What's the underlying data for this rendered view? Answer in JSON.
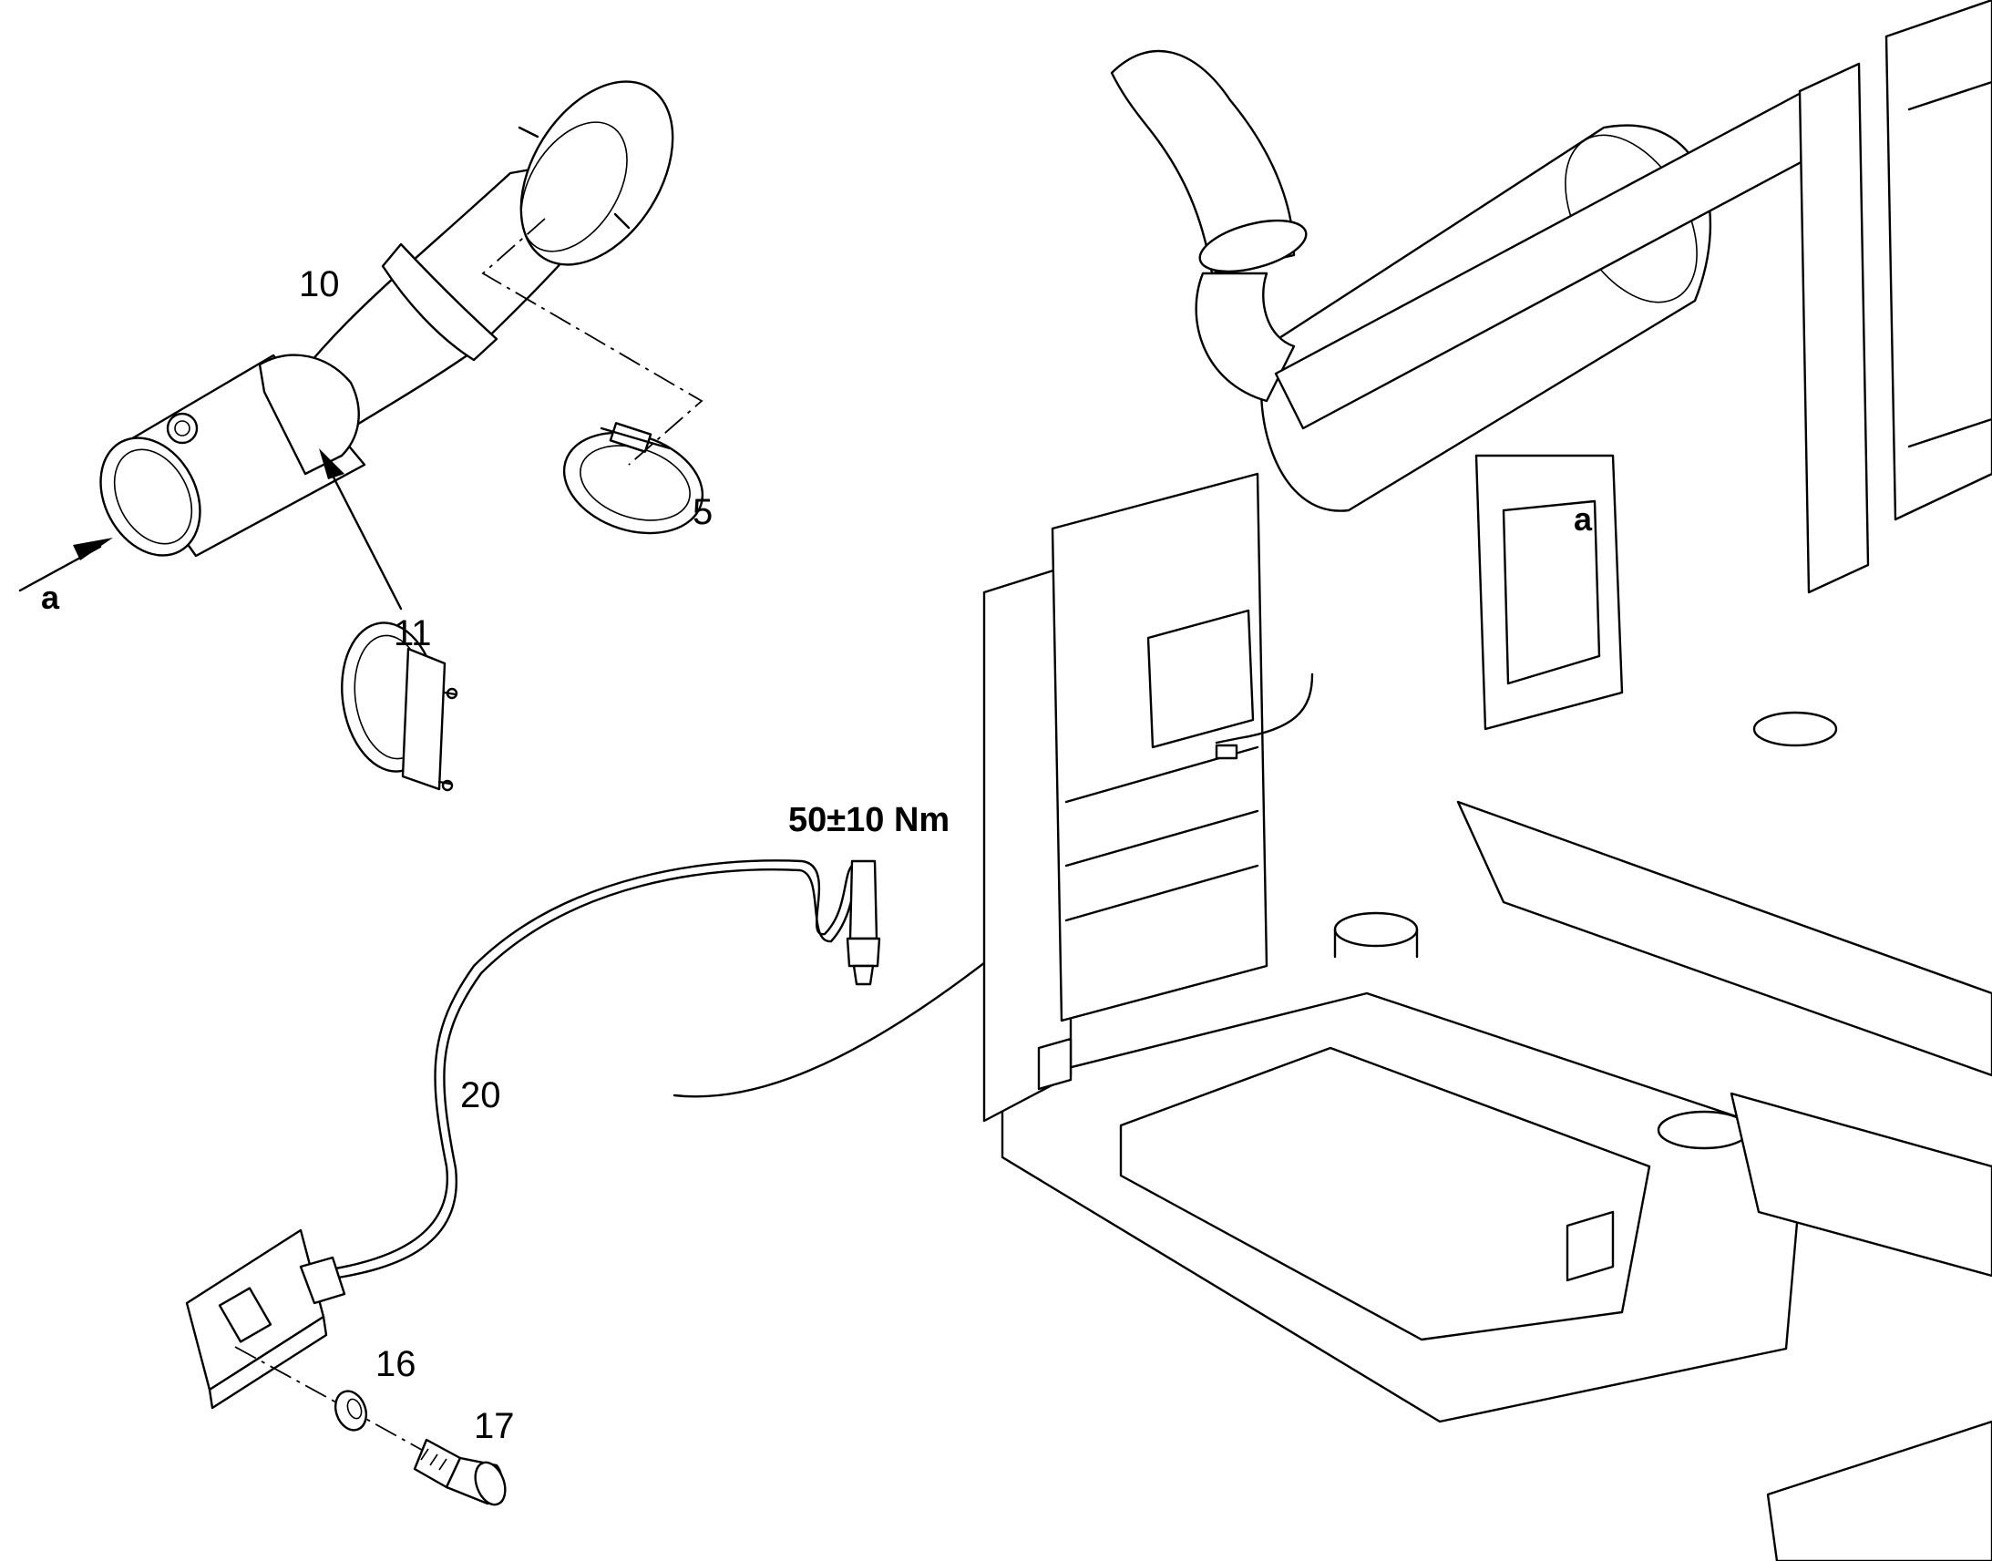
{
  "callouts": {
    "p10": "10",
    "p5": "5",
    "p11": "11",
    "p20": "20",
    "p16": "16",
    "p17": "17"
  },
  "views": {
    "a_left": "a",
    "a_right": "a"
  },
  "torque": {
    "text": "50±10 Nm"
  }
}
